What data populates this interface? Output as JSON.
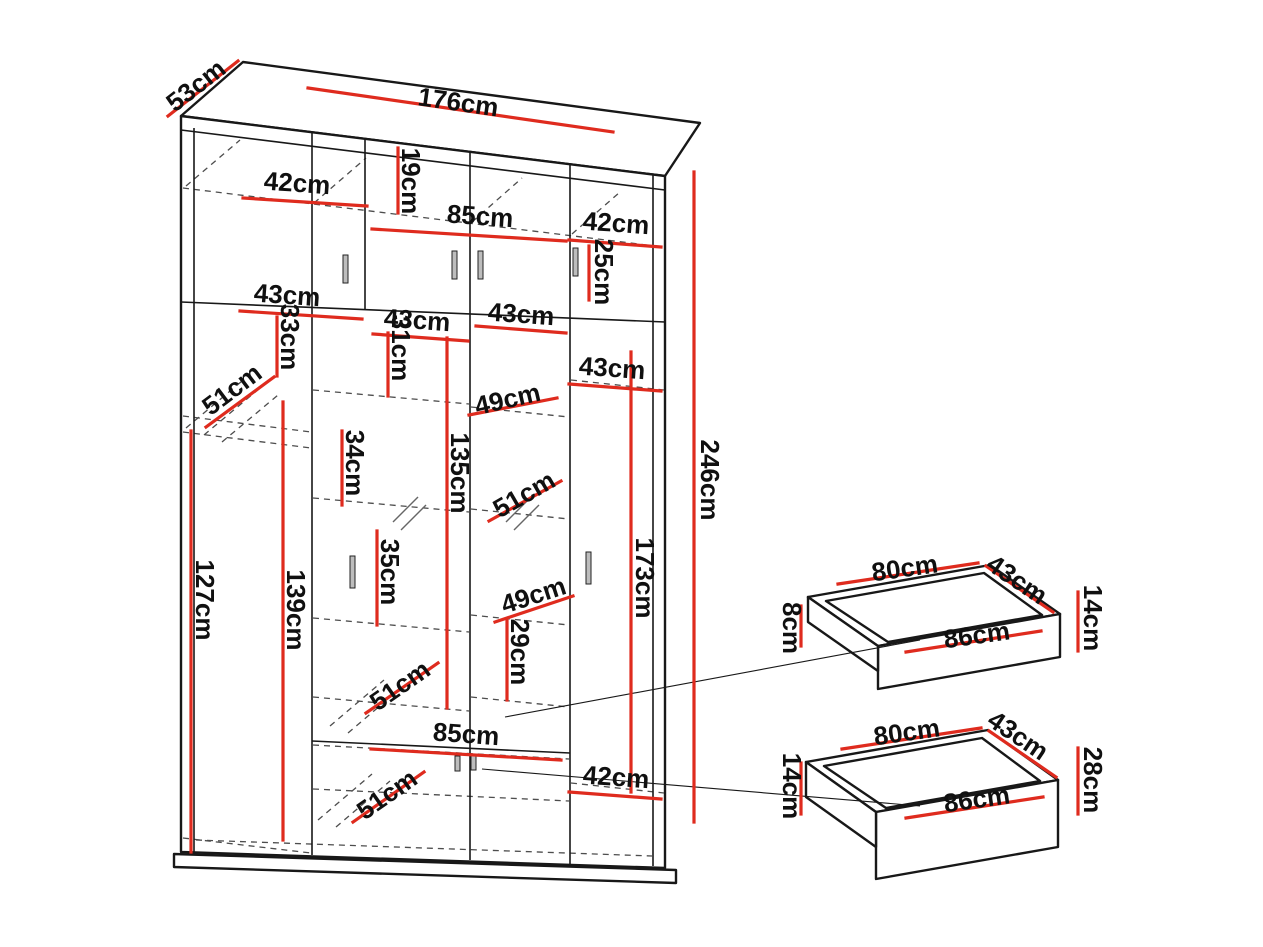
{
  "colors": {
    "accent": "#df2b1e",
    "line": "#181818",
    "dash": "#4d4d4d",
    "label": "#101010",
    "background": "#ffffff"
  },
  "unit": "cm",
  "wardrobe_dims": {
    "depth_53": "53cm",
    "width_176": "176cm",
    "top_42_left": "42cm",
    "top_19": "19cm",
    "top_85": "85cm",
    "top_42_right": "42cm",
    "top_25": "25cm",
    "shelf_43_a": "43cm",
    "shelf_43_b": "43cm",
    "shelf_43_c": "43cm",
    "shelf_33": "33cm",
    "shelf_31": "31cm",
    "shelf_51_left": "51cm",
    "shelf_43_right": "43cm",
    "shelf_49_a": "49cm",
    "height_246": "246cm",
    "shelf_34": "34cm",
    "shelf_135": "135cm",
    "shelf_51_mid": "51cm",
    "shelf_35": "35cm",
    "height_173": "173cm",
    "height_127": "127cm",
    "height_139": "139cm",
    "shelf_49_b": "49cm",
    "shelf_29": "29cm",
    "shelf_51_low": "51cm",
    "bottom_85": "85cm",
    "bottom_51": "51cm",
    "bottom_42": "42cm"
  },
  "drawer_small_dims": {
    "width_80": "80cm",
    "depth_43": "43cm",
    "side_8": "8cm",
    "front_14": "14cm",
    "inner_86": "86cm"
  },
  "drawer_large_dims": {
    "width_80": "80cm",
    "depth_43": "43cm",
    "side_14": "14cm",
    "front_28": "28cm",
    "inner_86": "86cm"
  }
}
